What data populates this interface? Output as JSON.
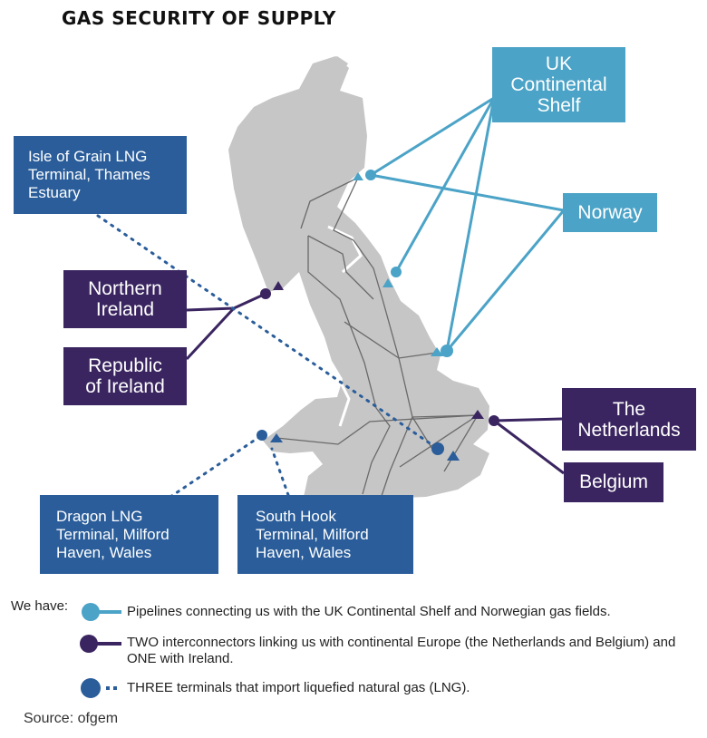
{
  "title": "GAS SECURITY OF SUPPLY",
  "labels": {
    "ukcs": "UK\nContinental\nShelf",
    "norway": "Norway",
    "isle_of_grain": "Isle of Grain LNG\nTerminal, Thames\nEstuary",
    "northern_ireland": "Northern\nIreland",
    "republic_of_ireland": "Republic\nof Ireland",
    "netherlands": "The\nNetherlands",
    "belgium": "Belgium",
    "dragon": "Dragon LNG\nTerminal, Milford\nHaven, Wales",
    "south_hook": "South Hook\nTerminal, Milford\nHaven, Wales"
  },
  "legend": {
    "prefix": "We have:",
    "items": [
      {
        "text": "Pipelines connecting us with the UK Continental Shelf and Norwegian gas fields."
      },
      {
        "text": "TWO interconnectors linking us with continental Europe (the Netherlands and Belgium) and ONE with Ireland."
      },
      {
        "text": "THREE terminals that import liquefied natural gas (LNG)."
      }
    ]
  },
  "source": "Source: ofgem",
  "colors": {
    "pipeline": "#4ba3c7",
    "interconnector": "#3a2560",
    "lng": "#2a5d9a",
    "land": "#c6c6c6"
  }
}
